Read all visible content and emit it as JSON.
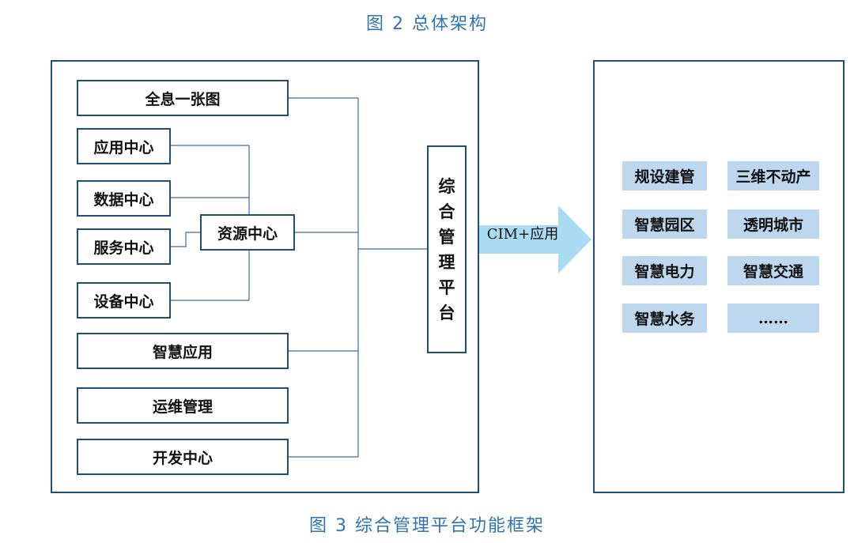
{
  "fig2_caption": "图 2   总体架构",
  "fig3_caption": "图 3   综合管理平台功能框架",
  "left_items": {
    "holo_map": "全息一张图",
    "app_center": "应用中心",
    "data_center": "数据中心",
    "service_center": "服务中心",
    "resource_center": "资源中心",
    "device_center": "设备中心",
    "smart_app": "智慧应用",
    "ops_mgmt": "运维管理",
    "dev_center": "开发中心"
  },
  "platform_chars": [
    "综",
    "合",
    "管",
    "理",
    "平",
    "台"
  ],
  "arrow_label": "CIM+应用",
  "applications": [
    "规设建管",
    "三维不动产",
    "智慧园区",
    "透明城市",
    "智慧电力",
    "智慧交通",
    "智慧水务",
    "……"
  ],
  "colors": {
    "line": "#1f4e79",
    "caption": "#2e74b5",
    "tile": "#bdd7ee",
    "arrow": "#a9dcf2"
  }
}
